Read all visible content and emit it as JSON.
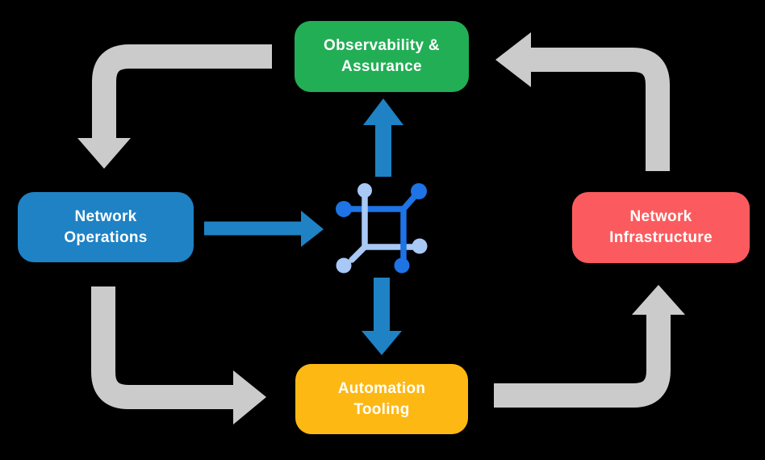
{
  "diagram": {
    "type": "cycle-flow",
    "background": "#000000",
    "nodes": {
      "observability": {
        "label": "Observability &\nAssurance",
        "color": "#22AE55"
      },
      "operations": {
        "label": "Network\nOperations",
        "color": "#1E82C5"
      },
      "infrastructure": {
        "label": "Network\nInfrastructure",
        "color": "#FB5B5E"
      },
      "automation": {
        "label": "Automation\nTooling",
        "color": "#FDB813"
      }
    },
    "colors": {
      "gray_arrow": "#CBCBCB",
      "blue_arrow": "#1E82C5",
      "icon_dark_blue": "#1E73E5",
      "icon_light_blue": "#A8C8F5",
      "label_text": "#FFFFFF"
    },
    "flows": {
      "outer_cycle": [
        "Observability & Assurance -> Network Operations",
        "Network Operations -> Automation Tooling",
        "Automation Tooling -> Network Infrastructure",
        "Network Infrastructure -> Observability & Assurance"
      ],
      "center_links": [
        "Network Operations -> center icon",
        "center icon -> Observability & Assurance",
        "center icon -> Automation Tooling"
      ]
    },
    "center_icon": "network-fabric-icon"
  }
}
